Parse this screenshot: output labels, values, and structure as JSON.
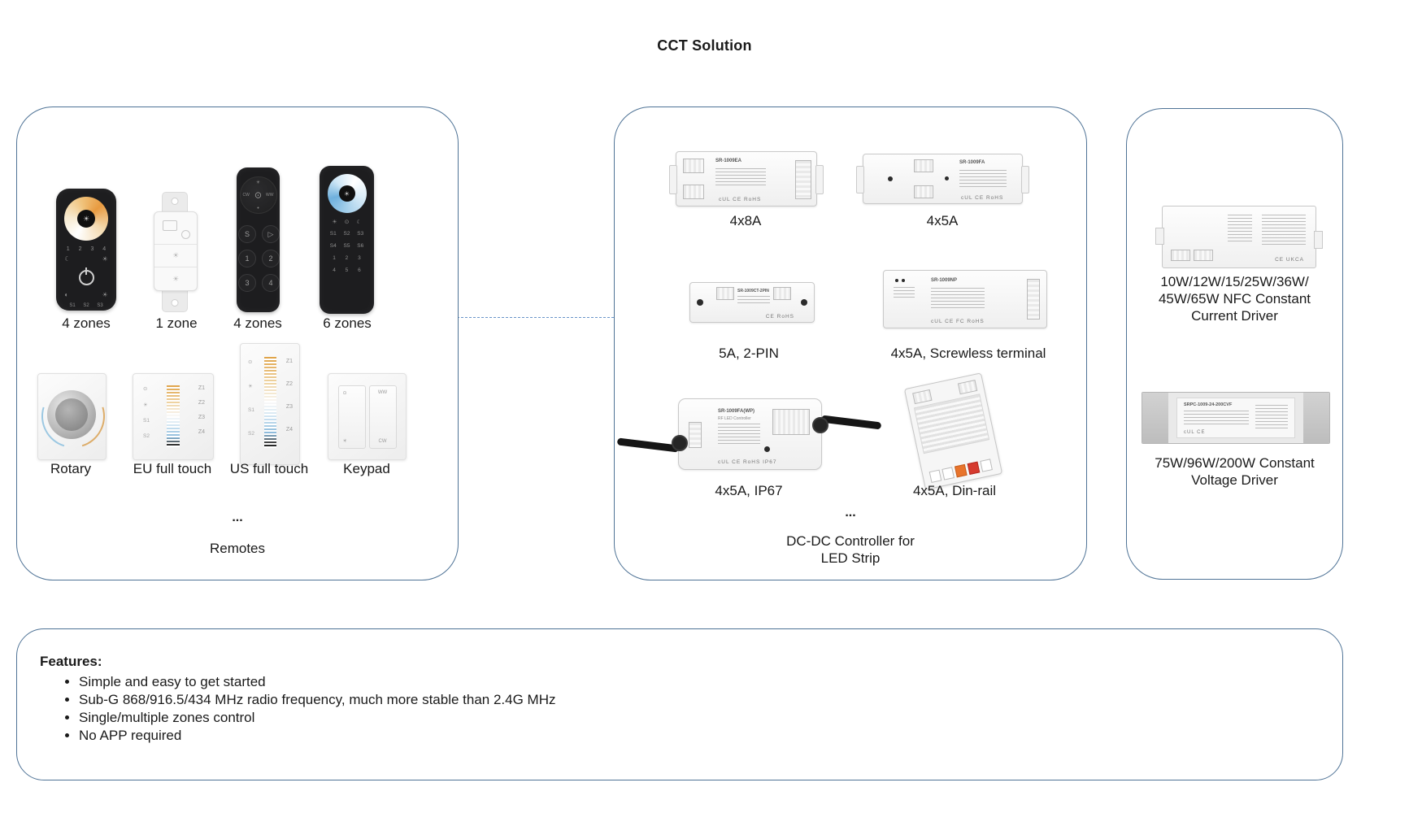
{
  "title": "CCT Solution",
  "colors": {
    "panel_border": "#4f7396",
    "connector_dashed": "#6a94c9",
    "warm_accent": "#e89a40",
    "cool_accent": "#6fb0dd"
  },
  "remotes_panel": {
    "row1_labels": [
      "4 zones",
      "1 zone",
      "4 zones",
      "6 zones"
    ],
    "row2_labels": [
      "Rotary",
      "EU full touch",
      "US full touch",
      "Keypad"
    ],
    "ellipsis": "...",
    "caption": "Remotes",
    "remote_4z_touch": {
      "wheel_icon": "☀",
      "numbers": "1 2 3 4",
      "icon_left": "☾",
      "icon_right": "☀",
      "icon_left2": "◐",
      "icon_right2": "☀",
      "scene_row": "S1 S2 S3"
    },
    "remote_4z_push": {
      "dpad_top": "☀",
      "dpad_left": "CW",
      "dpad_right": "WW",
      "dpad_bottom": "•",
      "dpad_center": "⊙",
      "keys": [
        "S",
        "▷",
        "1",
        "2",
        "3",
        "4"
      ]
    },
    "remote_6z": {
      "wheel_icon": "☀",
      "icons_row": "☀ ⊙ ☾",
      "rows": [
        "S1 S2 S3",
        "S4 S5 S6",
        "1 2 3",
        "4 5 6"
      ]
    },
    "panel_eu": {
      "zones": [
        "Z1",
        "Z2",
        "Z3",
        "Z4"
      ],
      "side": [
        "⊙",
        "☀",
        "S1",
        "S2"
      ]
    },
    "panel_us": {
      "zones": [
        "Z1",
        "Z2",
        "Z3",
        "Z4"
      ],
      "side": [
        "⊙",
        "☀",
        "S1",
        "S2"
      ]
    },
    "keypad": {
      "left_top": "⊙",
      "left_bottom": "☀",
      "right_top": "WW",
      "right_bottom": "CW"
    }
  },
  "controllers_panel": {
    "items": [
      {
        "label": "4x8A",
        "model": "SR-1009EA",
        "cert": "cUL CE RoHS"
      },
      {
        "label": "4x5A",
        "model": "SR-1009FA",
        "cert": "cUL CE RoHS"
      },
      {
        "label": "5A, 2-PIN",
        "model": "SR-1009CT-2PIN",
        "cert": "CE RoHS"
      },
      {
        "label": "4x5A, Screwless terminal",
        "model": "SR-1009NP",
        "cert": "cUL CE FC RoHS"
      },
      {
        "label": "4x5A, IP67",
        "model": "SR-1009FA(WP)",
        "sub": "RF LED Controller",
        "cert": "cUL CE RoHS IP67"
      },
      {
        "label": "4x5A, Din-rail"
      }
    ],
    "ellipsis": "...",
    "caption_line1": "DC-DC Controller for",
    "caption_line2": "LED Strip"
  },
  "drivers_panel": {
    "driver1_cert": "CE UKCA",
    "driver1_caption": [
      "10W/12W/15/25W/36W/",
      "45W/65W NFC Constant",
      "Current Driver"
    ],
    "driver2_model": "SRPC-1009-24-200CVF",
    "driver2_cert": "cUL CE",
    "driver2_caption": [
      "75W/96W/200W Constant",
      "Voltage Driver"
    ]
  },
  "features": {
    "heading": "Features:",
    "items": [
      "Simple and easy to get started",
      "Sub-G 868/916.5/434 MHz radio frequency, much more stable than 2.4G MHz",
      "Single/multiple zones control",
      "No APP required"
    ]
  }
}
